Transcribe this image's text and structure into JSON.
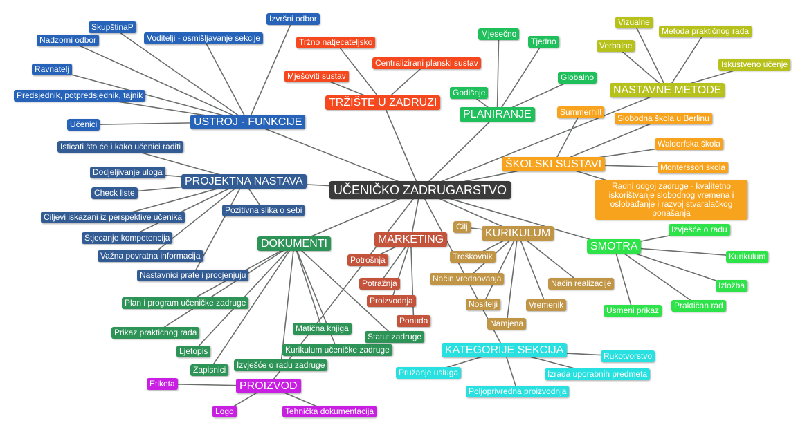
{
  "center": {
    "label": "UČENIČKO ZADRUGARSTVO",
    "color": "#3b3b3b"
  },
  "branches": [
    {
      "id": "ustroj",
      "label": "USTROJ - FUNKCIJE",
      "color": "#2663b9",
      "children": [
        "Izvršni odbor",
        "SkupštinaP",
        "Voditelji - osmišljavanje sekcije",
        "Nadzorni odbor",
        "Ravnatelj",
        "Predsjednik, potpredsjednik, tajnik",
        "Učenici"
      ]
    },
    {
      "id": "projektna",
      "label": "PROJEKTNA NASTAVA",
      "color": "#335c94",
      "children": [
        "Isticati što će i kako učenici raditi",
        "Dodjeljivanje uloga",
        "Check liste",
        "Pozitivna slika o sebi",
        "Ciljevi iskazani iz perspektive učenika",
        "Stjecanje kompetencija",
        "Važna povratna informacija",
        "Nastavnici prate i procjenjuju"
      ]
    },
    {
      "id": "trziste",
      "label": "TRŽIŠTE U ZADRUZI",
      "color": "#f5481e",
      "children": [
        "Tržno natjecateljsko",
        "Centralizirani planski sustav",
        "Mješoviti sustav"
      ]
    },
    {
      "id": "planiranje",
      "label": "PLANIRANJE",
      "color": "#1fbf5b",
      "children": [
        "Mjesečno",
        "Tjedno",
        "Globalno",
        "Godišnje"
      ]
    },
    {
      "id": "metode",
      "label": "NASTAVNE METODE",
      "color": "#b6c21b",
      "children": [
        "Vizualne",
        "Metoda praktičnog rada",
        "Verbalne",
        "Iskustveno učenje"
      ]
    },
    {
      "id": "skolski",
      "label": "ŠKOLSKI SUSTAVI",
      "color": "#f8a31d",
      "children": [
        "Summerhill",
        "Slobodna škola u Berlinu",
        "Waldorfska škola",
        "Monterssori škola",
        "Radni odgoj zadruge - kvalitetno iskorištvanje slobodnog vremena i oslobađanje i razvoj stvaralačkog ponašanja"
      ]
    },
    {
      "id": "dokumenti",
      "label": "DOKUMENTI",
      "color": "#2d9357",
      "children": [
        "Plan i program učeničke zadruge",
        "Prikaz praktičnog rada",
        "Ljetopis",
        "Zapisnici",
        "Izvješće o radu zadruge",
        "Matična knjiga",
        "Kurikulum učeničke zadruge",
        "Statut zadruge"
      ]
    },
    {
      "id": "marketing",
      "label": "MARKETING",
      "color": "#c4533c",
      "children": [
        "Potrošnja",
        "Potražnja",
        "Proizvodnja",
        "Ponuda"
      ]
    },
    {
      "id": "kurikulum",
      "label": "KURIKULUM",
      "color": "#c09546",
      "children": [
        "Cilj",
        "Troškovnik",
        "Način vrednovanja",
        "Način realizacije",
        "Nositelji",
        "Vremenik",
        "Namjena"
      ]
    },
    {
      "id": "smotra",
      "label": "SMOTRA",
      "color": "#2ee34a",
      "children": [
        "Izvješće o radu",
        "Kurikulum",
        "Izložba",
        "Praktičan rad",
        "Usmeni prikaz"
      ]
    },
    {
      "id": "kategorije",
      "label": "KATEGORIJE SEKCIJA",
      "color": "#29e0e0",
      "children": [
        "Rukotvorstvo",
        "Pružanje usluga",
        "Izrada uporabnih predmeta",
        "Poljoprivredna proizvodnja"
      ]
    },
    {
      "id": "proizvod",
      "label": "PROIZVOD",
      "color": "#c81fe3",
      "children": [
        "Etiketa",
        "Logo",
        "Tehnička dokumentacija"
      ]
    }
  ]
}
